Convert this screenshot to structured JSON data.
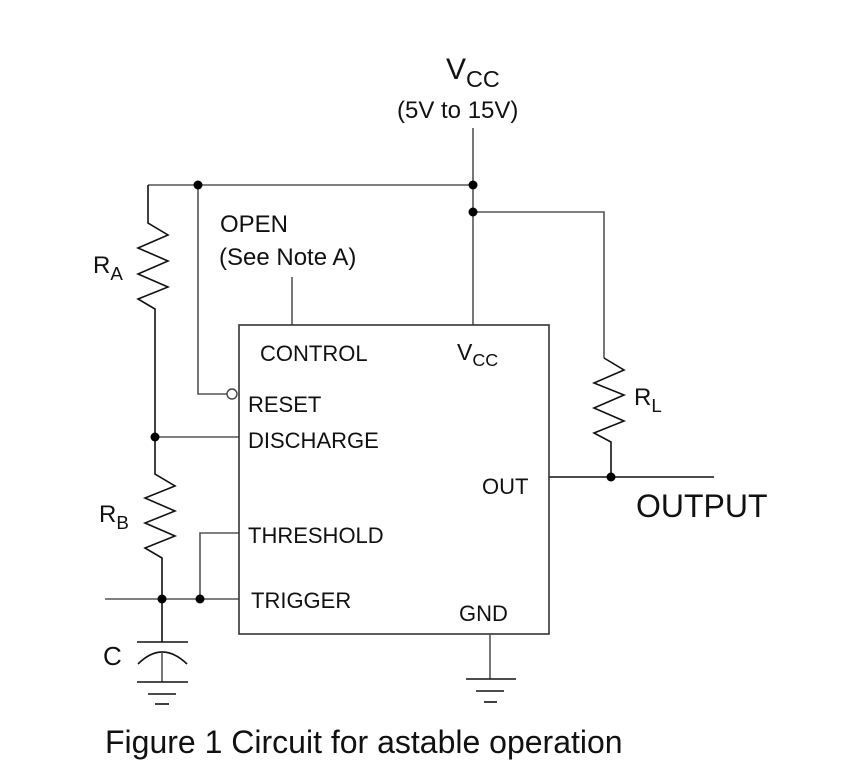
{
  "supply": {
    "name": "V",
    "sub": "CC",
    "range": "(5V  to 15V)"
  },
  "control_note": {
    "line1": "OPEN",
    "line2": "(See Note A)"
  },
  "ic": {
    "pins": {
      "control": "CONTROL",
      "vcc_main": "V",
      "vcc_sub": "CC",
      "reset": "RESET",
      "discharge": "DISCHARGE",
      "out": "OUT",
      "threshold": "THRESHOLD",
      "trigger": "TRIGGER",
      "gnd": "GND"
    }
  },
  "components": {
    "ra": {
      "main": "R",
      "sub": "A"
    },
    "rb": {
      "main": "R",
      "sub": "B"
    },
    "rl": {
      "main": "R",
      "sub": "L"
    },
    "c": {
      "main": "C"
    }
  },
  "output_label": "OUTPUT",
  "caption": "Figure 1 Circuit for astable operation"
}
